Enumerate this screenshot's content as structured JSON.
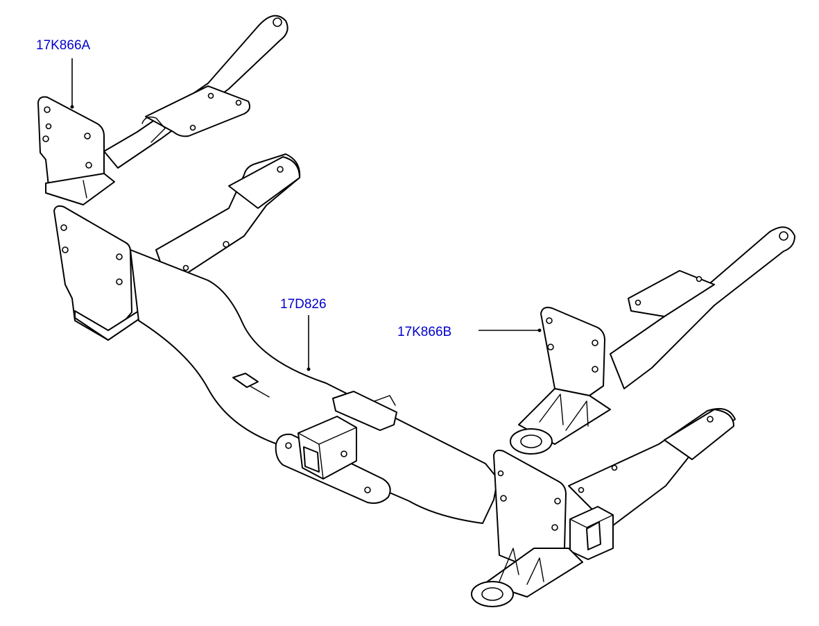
{
  "callouts": {
    "a": "17K866A",
    "b": "17K866B",
    "c": "17D826"
  },
  "colors": {
    "callout_text": "#0000cc",
    "line_art": "#000000",
    "background": "#ffffff"
  }
}
